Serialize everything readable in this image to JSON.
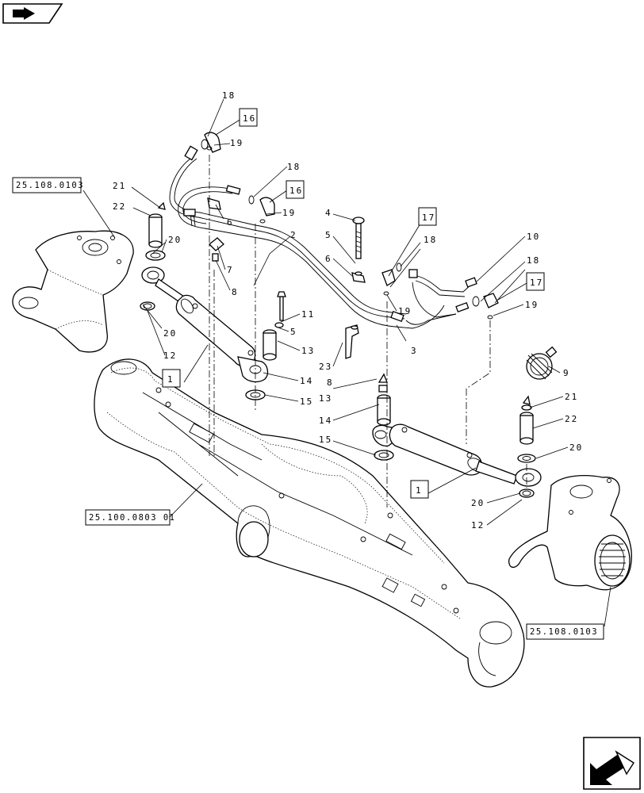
{
  "callouts": {
    "c18a": "18",
    "c19a": "19",
    "c16a": "16",
    "c18b": "18",
    "c16b": "16",
    "c19b": "19",
    "c21a": "21",
    "c22a": "22",
    "c20a": "20",
    "c6a": "6",
    "c7": "7",
    "c8a": "8",
    "c2": "2",
    "c4": "4",
    "c5a": "5",
    "c6b": "6",
    "c17a": "17",
    "c18c": "18",
    "c19c": "19",
    "c10": "10",
    "c18d": "18",
    "c17b": "17",
    "c19d": "19",
    "c20b": "20",
    "c12a": "12",
    "c11": "11",
    "c5b": "5",
    "c13a": "13",
    "c3": "3",
    "c1a": "1",
    "c14a": "14",
    "c15a": "15",
    "c23": "23",
    "c8b": "8",
    "c13b": "13",
    "c14b": "14",
    "c15b": "15",
    "c9": "9",
    "c21b": "21",
    "c22b": "22",
    "c20c": "20",
    "c1b": "1",
    "c20d": "20",
    "c12b": "12"
  },
  "references": {
    "knuckle_left": "25.108.0103",
    "axle_housing": "25.100.0803 01",
    "knuckle_right": "25.108.0103"
  },
  "icons": {
    "top_left": "page-back-arrow-icon",
    "bottom_right": "next-page-arrow-icon"
  }
}
